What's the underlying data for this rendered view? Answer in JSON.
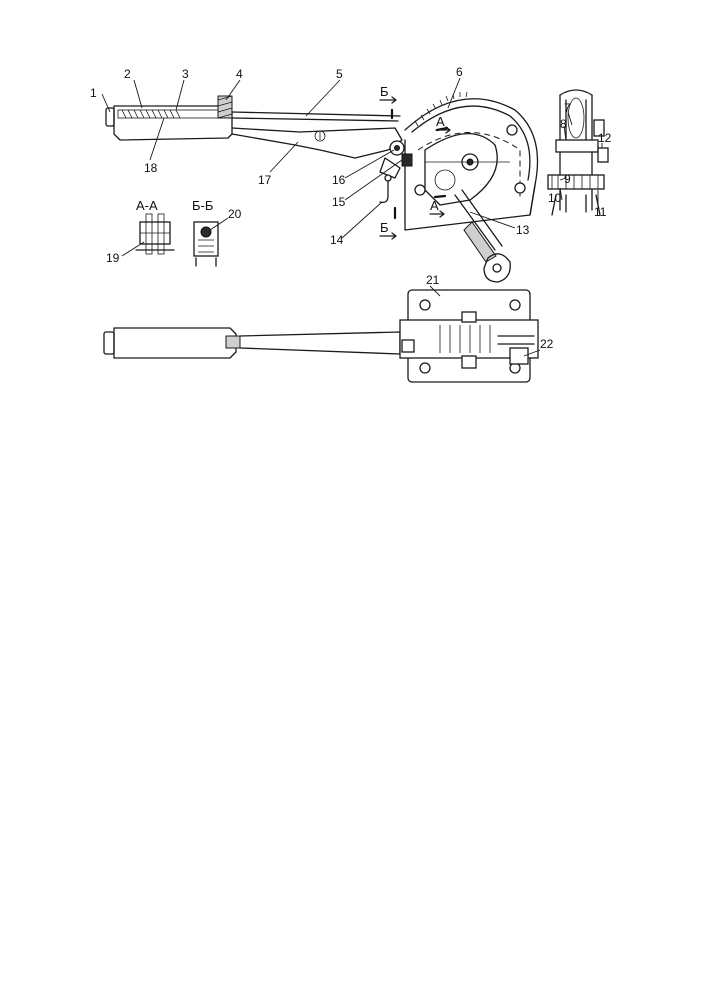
{
  "callouts": [
    "1",
    "2",
    "3",
    "4",
    "5",
    "6",
    "7",
    "8",
    "9",
    "10",
    "11",
    "12",
    "13",
    "14",
    "15",
    "16",
    "17",
    "18",
    "19",
    "20",
    "21",
    "22"
  ],
  "section_marks": {
    "a": "А",
    "b": "Б",
    "aa_title": "А-А",
    "bb_title": "Б-Б"
  }
}
